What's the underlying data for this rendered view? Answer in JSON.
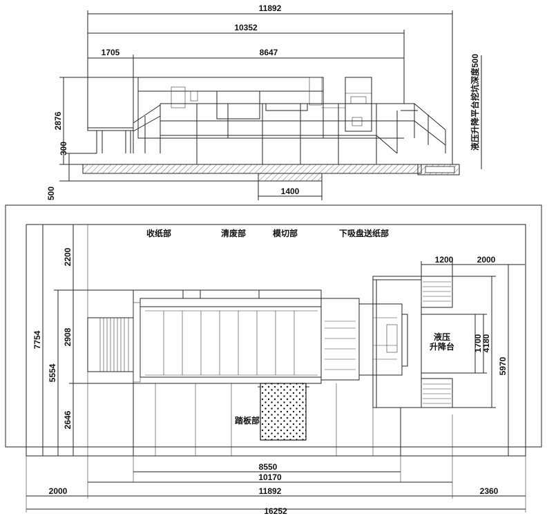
{
  "side_view": {
    "dims": {
      "total_length": "11892",
      "machine_length": "10352",
      "feeder_length": "1705",
      "main_length": "8647",
      "height": "2876",
      "platform_height": "300",
      "pit_depth": "500",
      "pit_width": "1400"
    },
    "note": "液压升降平台挖坑深度500"
  },
  "plan_view": {
    "labels": {
      "delivery": "收纸部",
      "stripping": "清废部",
      "die_cut": "模切部",
      "feeder": "下吸盘送纸部",
      "plate": "踏板部",
      "lift_line1": "液压",
      "lift_line2": "升降台"
    },
    "dims": {
      "total_width": "7754",
      "upper_clear": "2200",
      "machine_width": "2908",
      "lower_clear": "2646",
      "side_width": "5554",
      "lift_w": "1200",
      "lift_clear": "2000",
      "lift_depth": "1700",
      "lift_span": "4180",
      "lift_total": "5970",
      "base_len": "8550",
      "base_total": "10170",
      "left_clear": "2000",
      "machine_total": "11892",
      "right_clear": "2360",
      "overall": "16252"
    }
  }
}
